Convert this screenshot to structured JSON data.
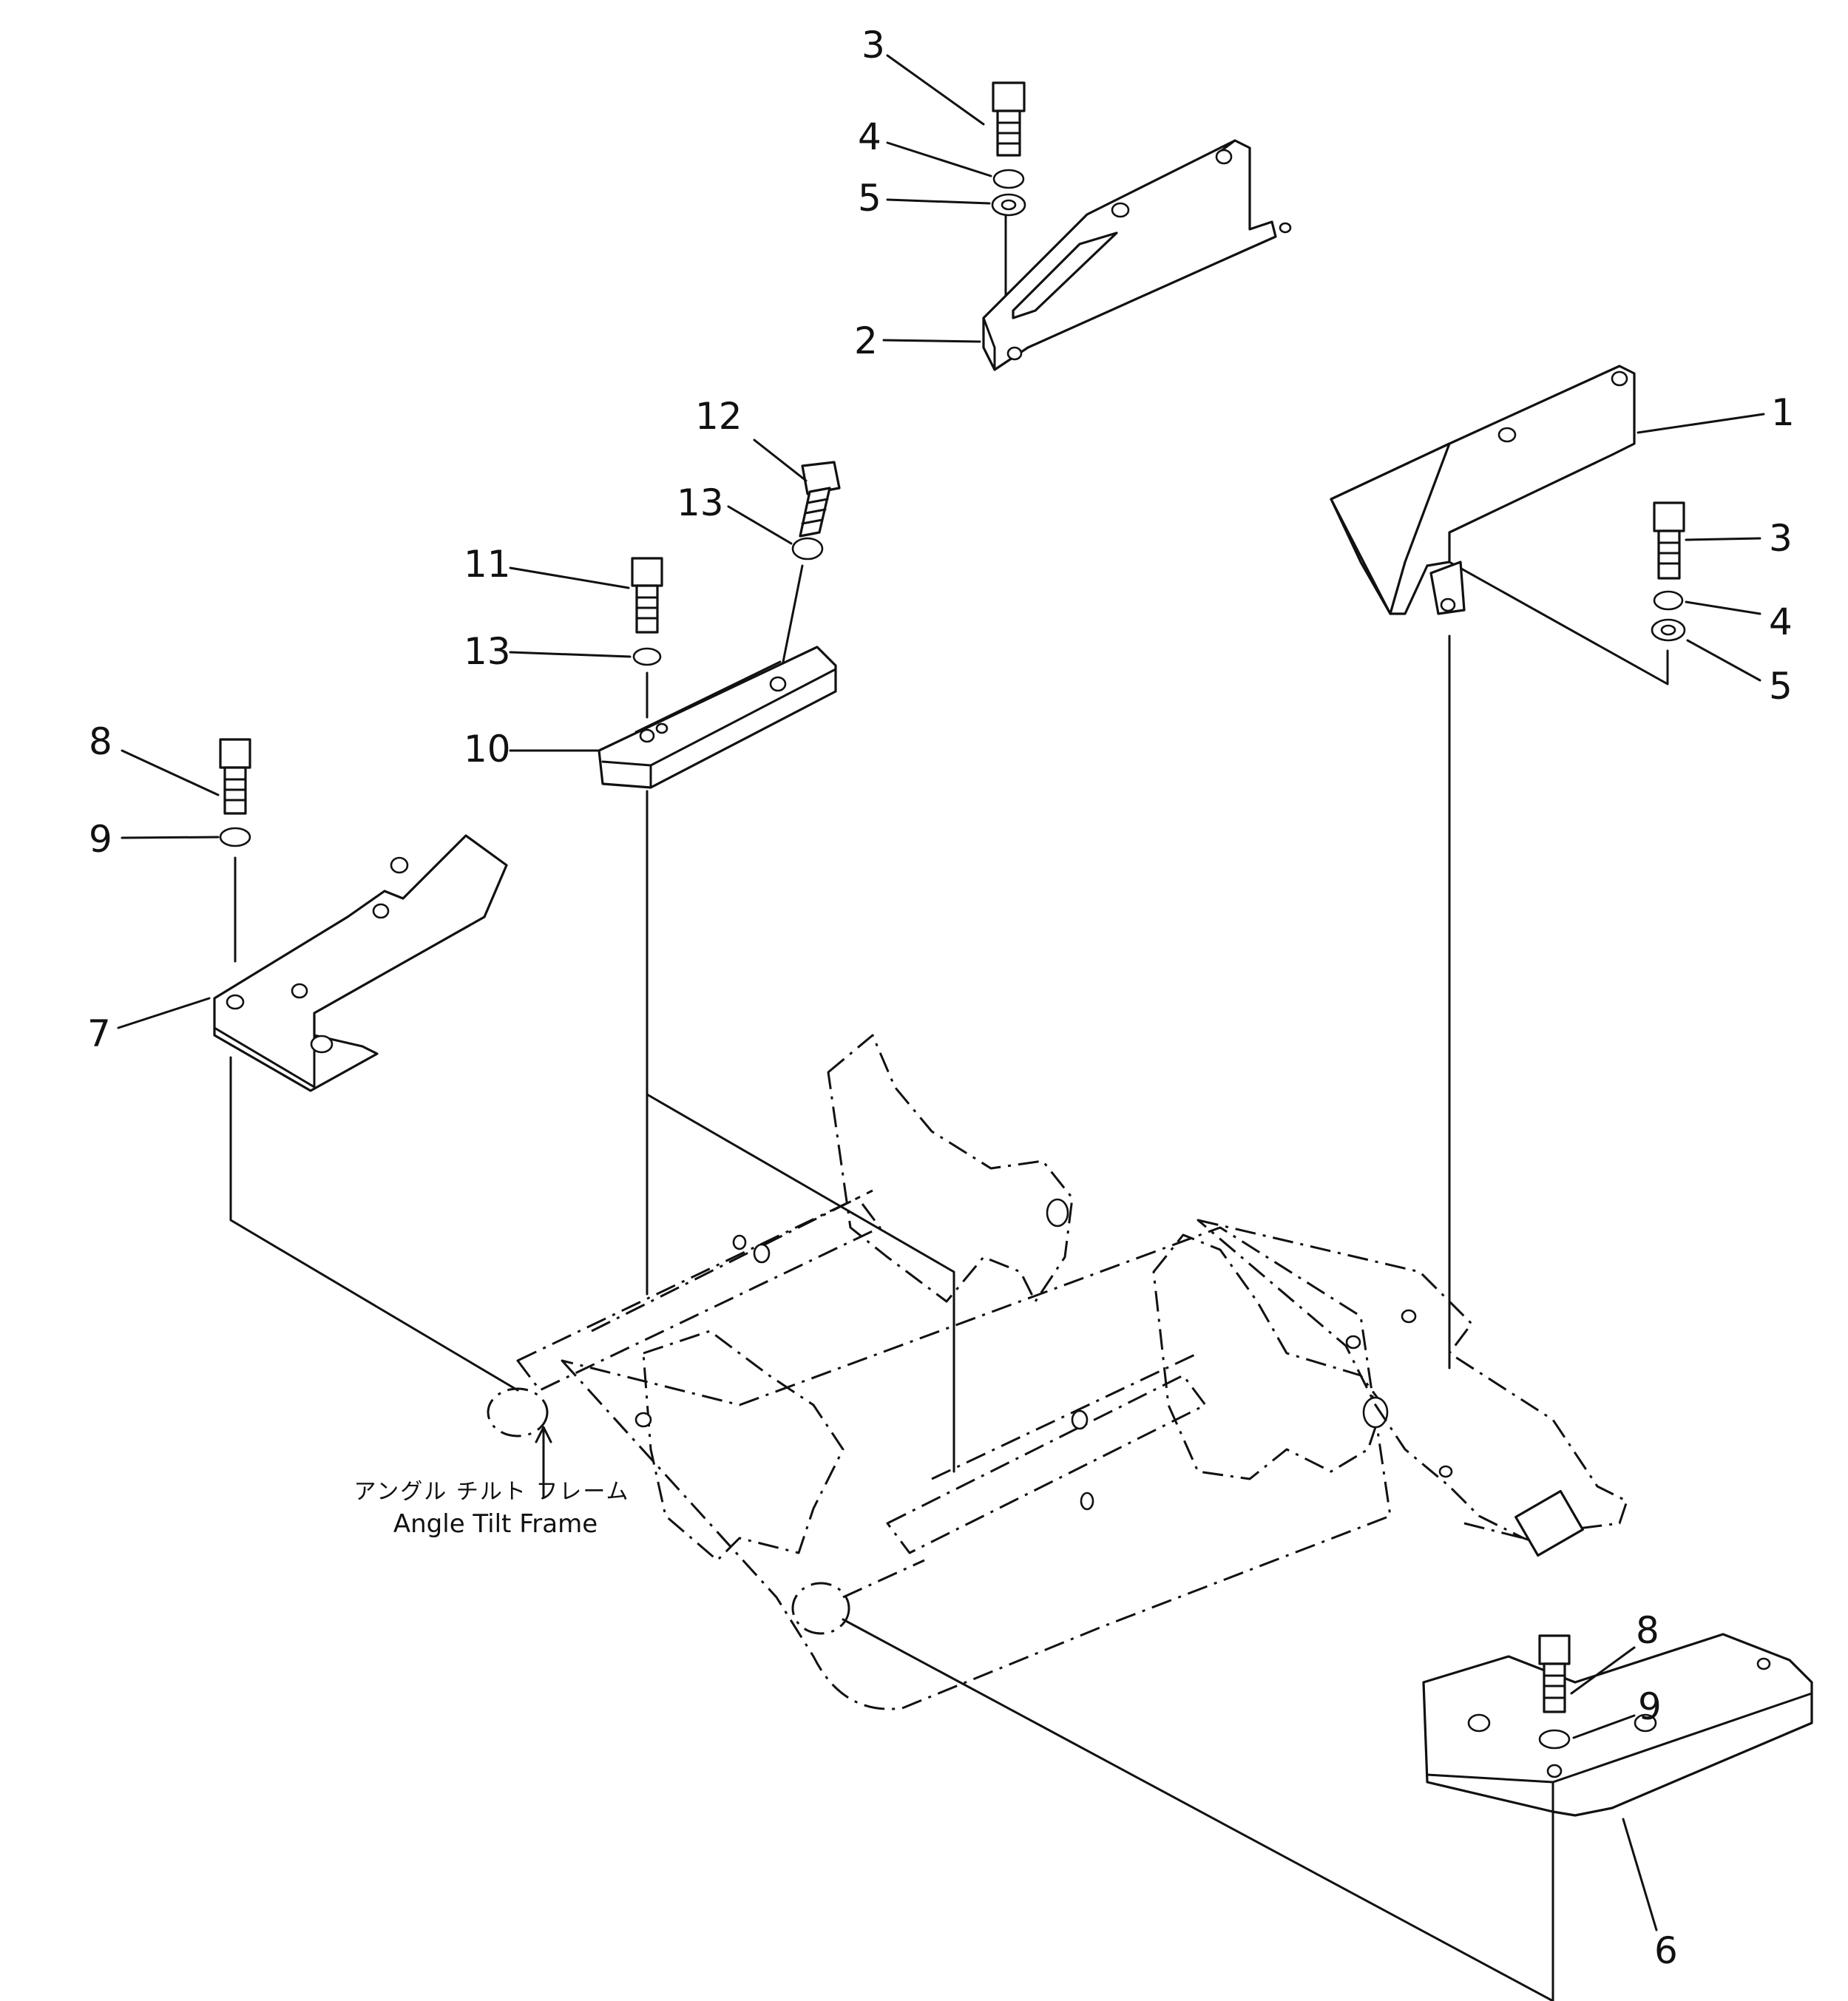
{
  "callouts": [
    {
      "id": "c1",
      "label": "1"
    },
    {
      "id": "c2",
      "label": "2"
    },
    {
      "id": "c3a",
      "label": "3"
    },
    {
      "id": "c4a",
      "label": "4"
    },
    {
      "id": "c5a",
      "label": "5"
    },
    {
      "id": "c3b",
      "label": "3"
    },
    {
      "id": "c4b",
      "label": "4"
    },
    {
      "id": "c5b",
      "label": "5"
    },
    {
      "id": "c6",
      "label": "6"
    },
    {
      "id": "c7",
      "label": "7"
    },
    {
      "id": "c8a",
      "label": "8"
    },
    {
      "id": "c9a",
      "label": "9"
    },
    {
      "id": "c8b",
      "label": "8"
    },
    {
      "id": "c9b",
      "label": "9"
    },
    {
      "id": "c10",
      "label": "10"
    },
    {
      "id": "c11",
      "label": "11"
    },
    {
      "id": "c12",
      "label": "12"
    },
    {
      "id": "c13a",
      "label": "13"
    },
    {
      "id": "c13b",
      "label": "13"
    }
  ],
  "frame_caption": {
    "japanese": "アングル チルト フレーム",
    "english": "Angle Tilt Frame"
  }
}
